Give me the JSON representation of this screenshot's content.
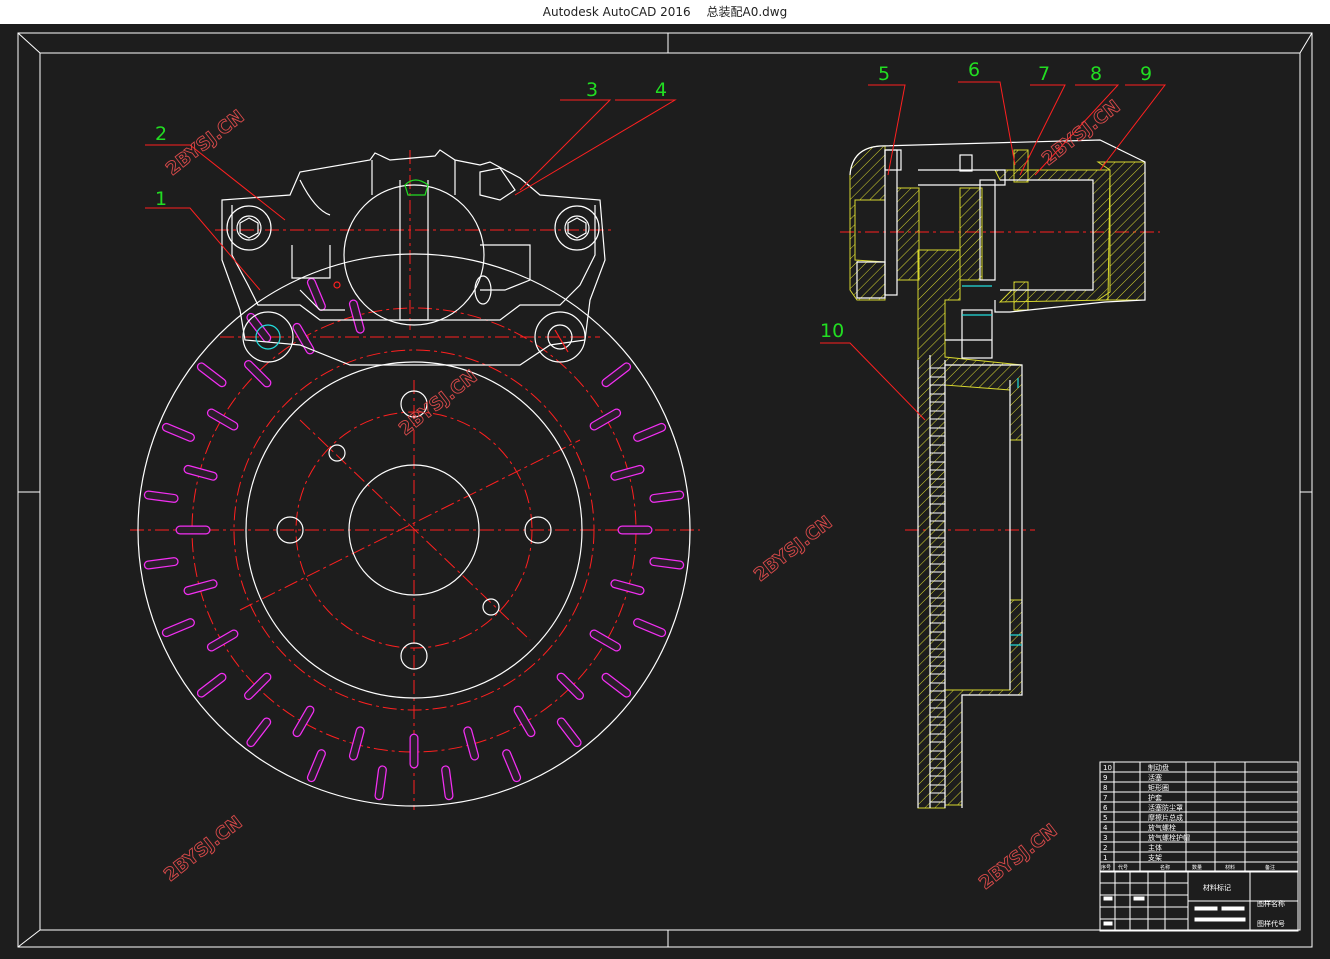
{
  "window": {
    "app_name": "Autodesk AutoCAD 2016",
    "file_name": "总装配A0.dwg"
  },
  "colors": {
    "background": "#1d1d1d",
    "outline": "#ffffff",
    "centerline": "#ff2020",
    "leader_text": "#22dd22",
    "hatch": "#d8d830",
    "slots": "#ff30ff",
    "accent": "#22dddd",
    "watermark": "#d84a4a"
  },
  "part_callouts": [
    "1",
    "2",
    "3",
    "4",
    "5",
    "6",
    "7",
    "8",
    "9",
    "10"
  ],
  "watermark_text": "2BYSJ.CN",
  "parts_list": [
    {
      "no": "10",
      "name": "制动盘"
    },
    {
      "no": "9",
      "name": "活塞"
    },
    {
      "no": "8",
      "name": "矩形圈"
    },
    {
      "no": "7",
      "name": "护套"
    },
    {
      "no": "6",
      "name": "活塞防尘罩"
    },
    {
      "no": "5",
      "name": "摩擦片总成"
    },
    {
      "no": "4",
      "name": "放气螺栓"
    },
    {
      "no": "3",
      "name": "放气螺栓护帽"
    },
    {
      "no": "2",
      "name": "主体"
    },
    {
      "no": "1",
      "name": "支架"
    }
  ],
  "parts_list_header": [
    "序号",
    "代号",
    "名称",
    "数量",
    "材料",
    "备注"
  ],
  "title_block": {
    "material_mark": "材料标记",
    "drawing_name": "图样名称",
    "drawing_code": "图样代号"
  }
}
